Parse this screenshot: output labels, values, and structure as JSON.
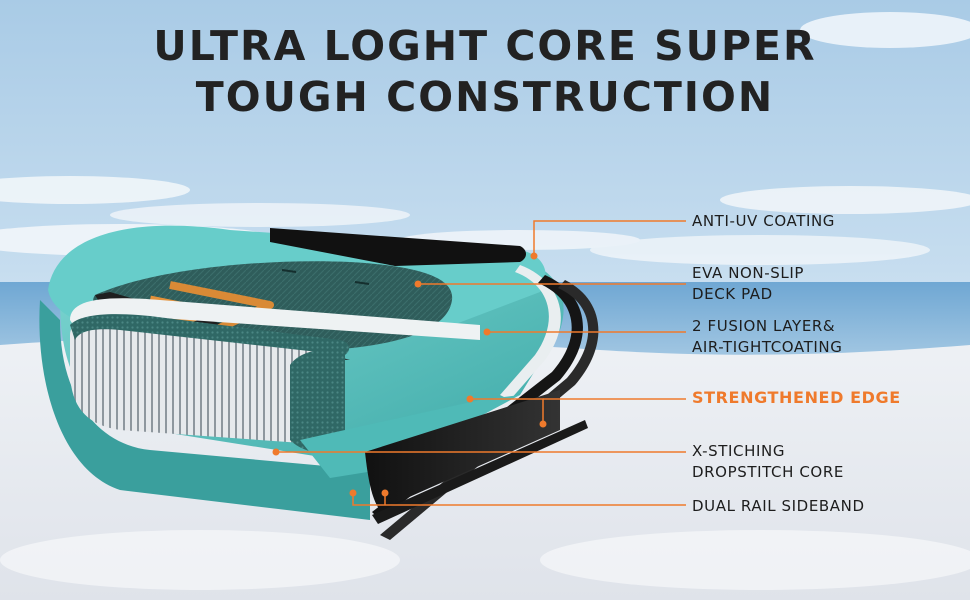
{
  "title": {
    "line1": "ULTRA LOGHT CORE SUPER",
    "line2": "TOUGH CONSTRUCTION"
  },
  "callouts": [
    {
      "line1": "ANTI-UV  COATING",
      "line2": ""
    },
    {
      "line1": "EVA NON-SLIP",
      "line2": "DECK PAD"
    },
    {
      "line1": "2 FUSION LAYER&",
      "line2": "AIR-TIGHTCOATING"
    },
    {
      "line1": "STRENGTHENED EDGE",
      "line2": ""
    },
    {
      "line1": "X-STICHING",
      "line2": "DROPSTITCH CORE"
    },
    {
      "line1": "DUAL RAIL SIDEBAND",
      "line2": ""
    }
  ],
  "colors": {
    "accent": "#ef7a2c",
    "board_teal": "#5fc6c3",
    "deck_pad": "#2f5d5b",
    "text": "#222222"
  }
}
